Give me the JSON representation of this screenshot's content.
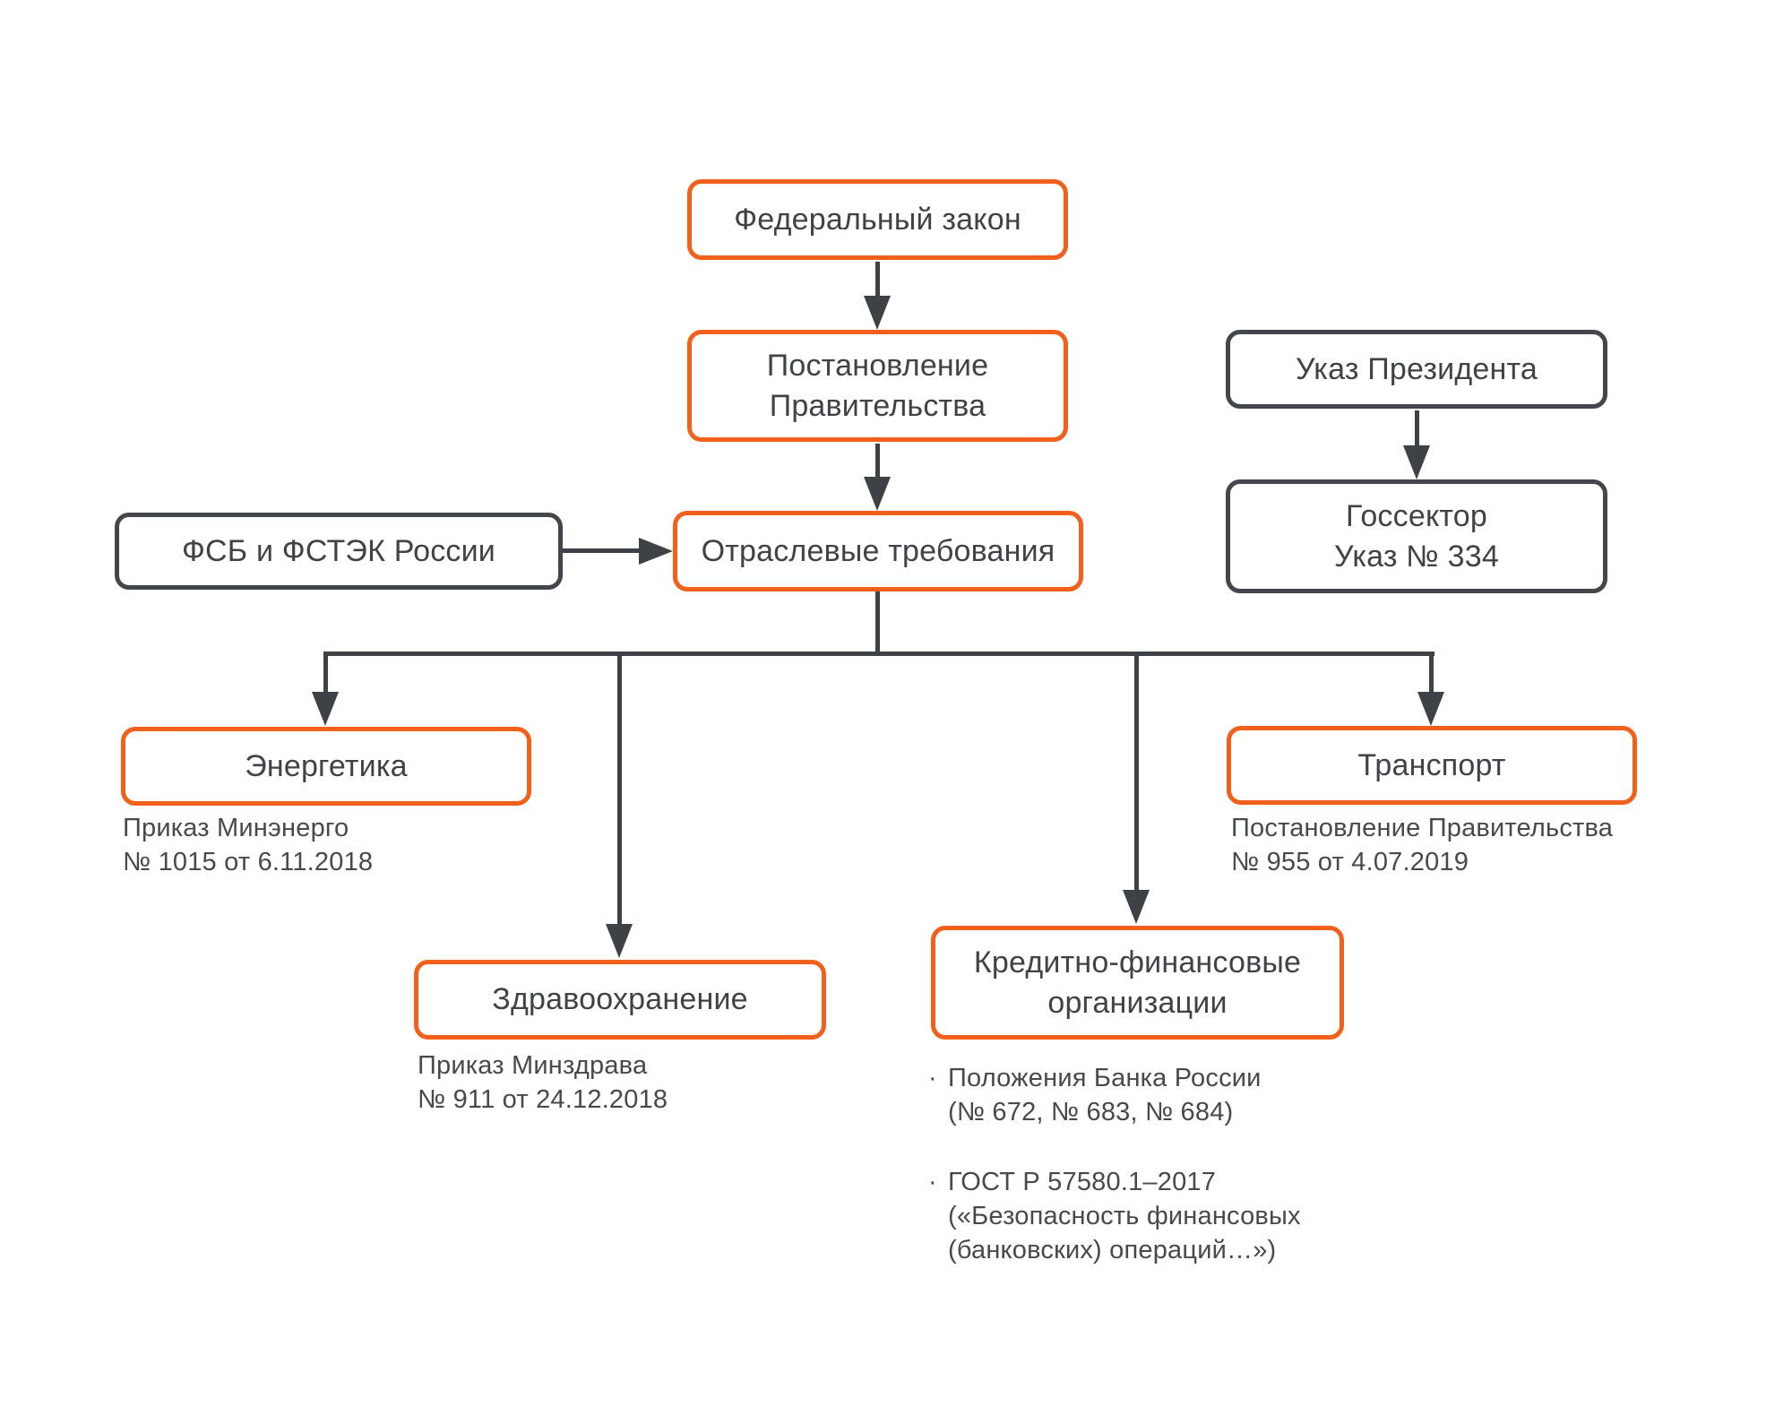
{
  "diagram": {
    "language": "ru",
    "colors": {
      "accent_orange": "#f1611c",
      "dark_border": "#43474b",
      "text_dark": "#3f4347",
      "background": "#ffffff"
    },
    "bullet_char": "·",
    "nodes": {
      "federal_law": {
        "label": "Федеральный закон",
        "style": "orange"
      },
      "government_decree": {
        "label": "Постановление\nПравительства",
        "style": "orange"
      },
      "presidential_decree": {
        "label": "Указ Президента",
        "style": "dark"
      },
      "gov_sector": {
        "label": "Госсектор\nУказ № 334",
        "style": "dark"
      },
      "fsb_fstek": {
        "label": "ФСБ и ФСТЭК России",
        "style": "dark"
      },
      "industry_requirements": {
        "label": "Отраслевые требования",
        "style": "orange"
      },
      "energy": {
        "label": "Энергетика",
        "style": "orange",
        "caption": "Приказ Минэнерго\n№ 1015 от 6.11.2018"
      },
      "healthcare": {
        "label": "Здравоохранение",
        "style": "orange",
        "caption": "Приказ Минздрава\n№ 911 от 24.12.2018"
      },
      "credit_finance": {
        "label": "Кредитно-финансовые\nорганизации",
        "style": "orange",
        "bullets": [
          {
            "text": "Положения Банка России\n(№ 672, № 683, № 684)"
          },
          {
            "text": "ГОСТ Р 57580.1–2017\n(«Безопасность финансовых\n(банковских) операций…»)"
          }
        ]
      },
      "transport": {
        "label": "Транспорт",
        "style": "orange",
        "caption": "Постановление Правительства\n№ 955 от 4.07.2019"
      }
    },
    "edges": [
      {
        "from": "federal_law",
        "to": "government_decree"
      },
      {
        "from": "government_decree",
        "to": "industry_requirements"
      },
      {
        "from": "presidential_decree",
        "to": "gov_sector"
      },
      {
        "from": "fsb_fstek",
        "to": "industry_requirements"
      },
      {
        "from": "industry_requirements",
        "to": "energy"
      },
      {
        "from": "industry_requirements",
        "to": "healthcare"
      },
      {
        "from": "industry_requirements",
        "to": "credit_finance"
      },
      {
        "from": "industry_requirements",
        "to": "transport"
      }
    ]
  }
}
